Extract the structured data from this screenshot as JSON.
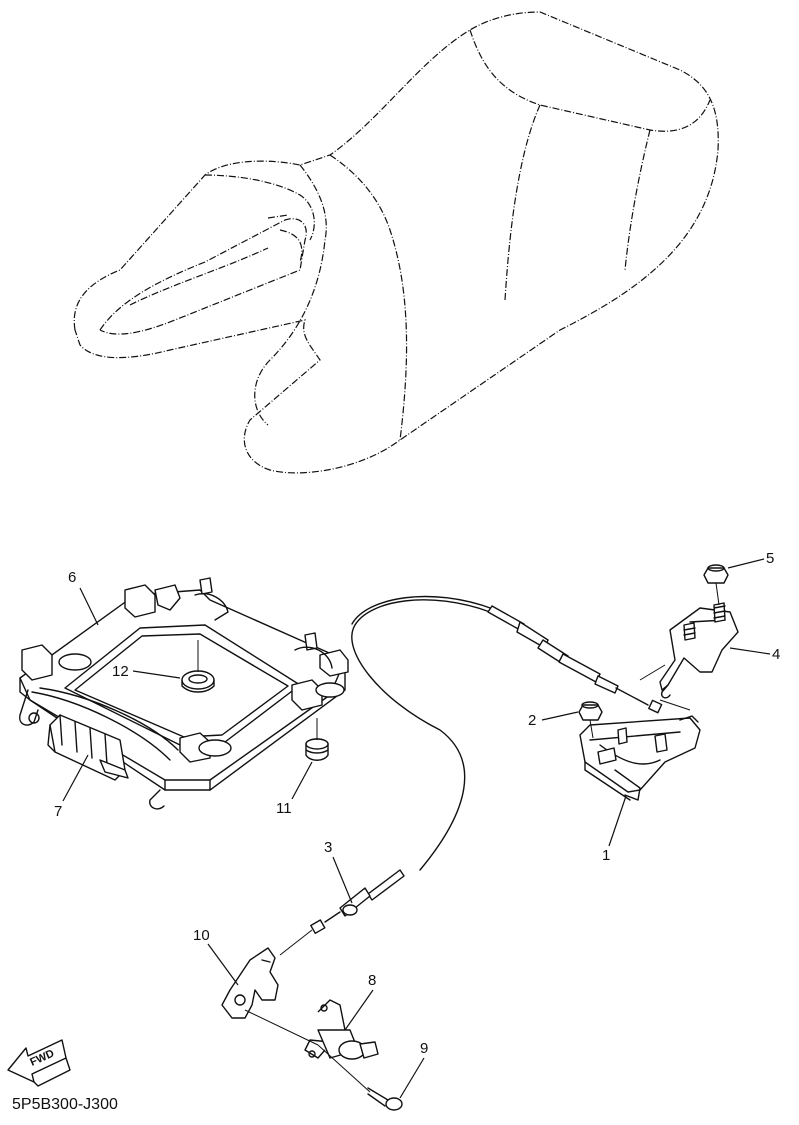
{
  "diagram": {
    "code": "5P5B300-J300",
    "fwd_label": "FWD",
    "callouts": [
      "1",
      "2",
      "3",
      "4",
      "5",
      "6",
      "7",
      "8",
      "9",
      "10",
      "11",
      "12"
    ],
    "parts": {
      "seat": "seat",
      "seat_frame": "6",
      "hinge_bracket": "7",
      "damper": "11",
      "grommet": "12",
      "lock_assembly": "1",
      "nut_2": "2",
      "cable": "3",
      "bracket": "4",
      "nut_5": "5",
      "lock_cylinder": "8",
      "screw": "9",
      "lever": "10"
    }
  }
}
